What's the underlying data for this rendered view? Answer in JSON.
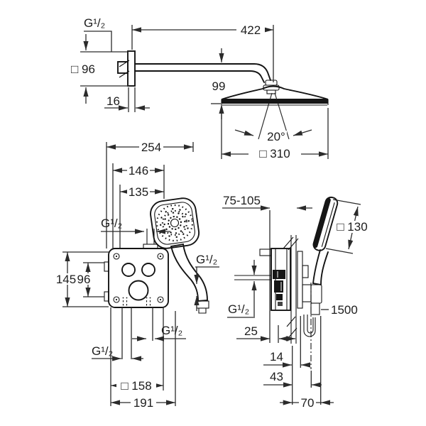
{
  "colors": {
    "line": "#141414",
    "dimension": "#2b2b2b",
    "background": "#ffffff",
    "dark_fill": "#161616"
  },
  "labels": {
    "thread_top": "G¹/₂",
    "dim_sq96": "□ 96",
    "dim_16": "16",
    "dim_422": "422",
    "dim_99": "99",
    "dim_angle": "20°",
    "dim_sq310": "□ 310",
    "dim_254": "254",
    "dim_146": "146",
    "dim_135": "135",
    "thread_front_left": "G¹/₂",
    "thread_front_right": "G¹/₂",
    "dim_145": "145",
    "dim_96": "96",
    "thread_bottom_left": "G¹/₂",
    "thread_bottom_right": "G¹/₂",
    "dim_sq158": "□ 158",
    "dim_191": "191",
    "dim_75_105": "75-105",
    "dim_sq130": "□ 130",
    "dim_1500": "1500",
    "thread_side": "G¹/₂",
    "dim_25": "25",
    "dim_14": "14",
    "dim_43": "43",
    "dim_70": "70"
  }
}
